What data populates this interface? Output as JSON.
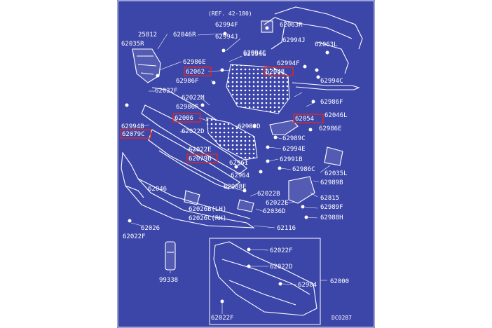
{
  "diagram": {
    "ref_note": "(REF. 42-180)",
    "drawing_code": "DC0287",
    "colors": {
      "background": "#3c46a8",
      "lines": "#ffffff",
      "highlight": "#e0271e",
      "page": "#ffffff"
    },
    "labels": {
      "p25812": "25812",
      "p62035R": "62035R",
      "p62046R": "62046R",
      "p62994F_a": "62994F",
      "p62063R": "62063R",
      "p62994J": "62994J",
      "p62994C_a": "62994C",
      "p62063L": "62063L",
      "p62994G": "62994G",
      "p62986E_a": "62986E",
      "p62994F_b": "62994F",
      "p62062": "62062",
      "p62048": "62048",
      "p62986F_a": "62986F",
      "p62994C_b": "62994C",
      "p62022F_a": "62022F",
      "p62022M": "62022M",
      "p62986F_b": "62986F",
      "p62986F_c": "62986F",
      "p62046L": "62046L",
      "p62006": "62006",
      "p62054": "62054",
      "p62994B": "62994B",
      "p62989D": "62989D",
      "p62986E_b": "62986E",
      "p62079C": "62079C",
      "p62022D_a": "62022D",
      "p62989C": "62989C",
      "p62994E": "62994E",
      "p62022E_a": "62022E",
      "p62079B": "62079B",
      "p62961": "62961",
      "p62991B": "62991B",
      "p62986C": "62986C",
      "p62964_a": "62964",
      "p62035L": "62035L",
      "p62989B": "62989B",
      "p62046": "62046",
      "p62988E": "62988E",
      "p62022B": "62022B",
      "p62815": "62815",
      "p62022E_b": "62022E",
      "p62989F": "62989F",
      "p62026B": "62026B(LH)",
      "p62036D": "62036D",
      "p62026C": "62026C(RH)",
      "p62988H": "62988H",
      "p62026": "62026",
      "p62116": "62116",
      "p62022F_b": "62022F",
      "p62022F_c": "62022F",
      "p62022D_b": "62022D",
      "p99338": "99338",
      "p62984": "62984",
      "p62000": "62000",
      "p62022F_d": "62022F"
    }
  }
}
